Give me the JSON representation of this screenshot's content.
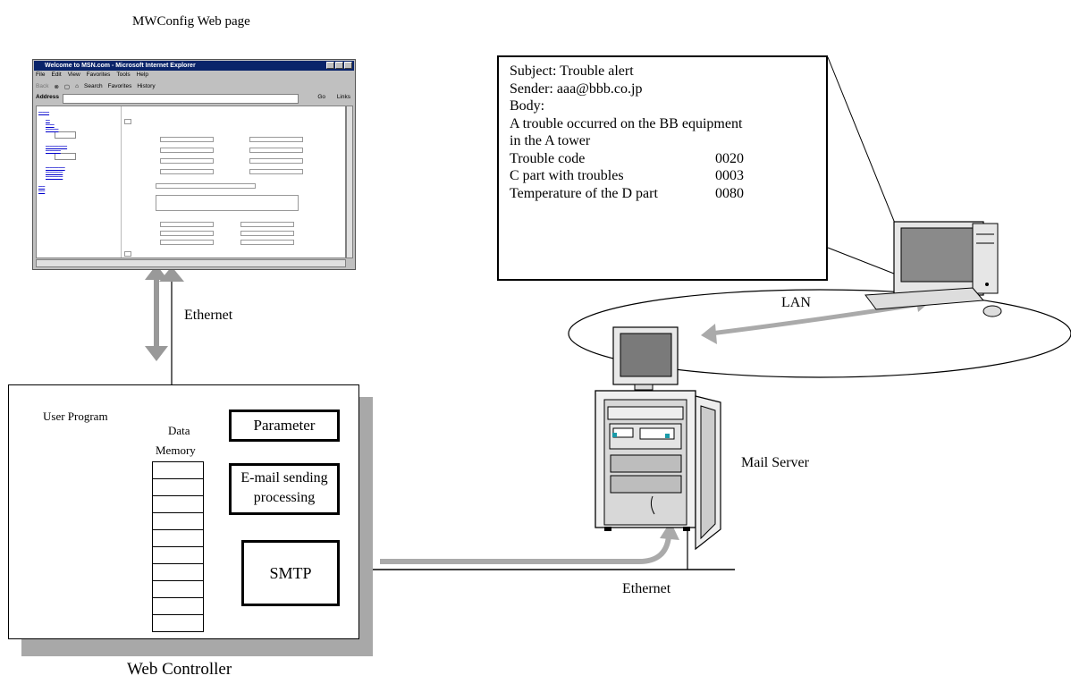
{
  "labels": {
    "web_page_caption": "MWConfig Web page",
    "ethernet_top": "Ethernet",
    "lan": "LAN",
    "mail_server": "Mail Server",
    "ethernet_bottom": "Ethernet",
    "web_controller": "Web Controller"
  },
  "browser": {
    "title": "Welcome to MSN.com - Microsoft Internet Explorer",
    "menu": [
      "File",
      "Edit",
      "View",
      "Favorites",
      "Tools",
      "Help"
    ],
    "toolbar": [
      "Back",
      "Search",
      "Favorites",
      "History"
    ],
    "address_label": "Address",
    "go": "Go",
    "links": "Links"
  },
  "email": {
    "subject": "Subject: Trouble alert",
    "sender": "Sender: aaa@bbb.co.jp",
    "body_label": "Body:",
    "body_line1": "A trouble occurred on the BB equipment",
    "body_line2": "in the A tower",
    "rows": [
      {
        "label": "Trouble code",
        "value": "0020"
      },
      {
        "label": "C part with troubles",
        "value": "0003"
      },
      {
        "label": "Temperature of the D part",
        "value": "0080"
      }
    ]
  },
  "controller": {
    "user_program": "User Program",
    "data_memory": [
      "Data",
      "Memory"
    ],
    "parameter": "Parameter",
    "email_processing": [
      "E-mail sending",
      "processing"
    ],
    "smtp": "SMTP"
  }
}
